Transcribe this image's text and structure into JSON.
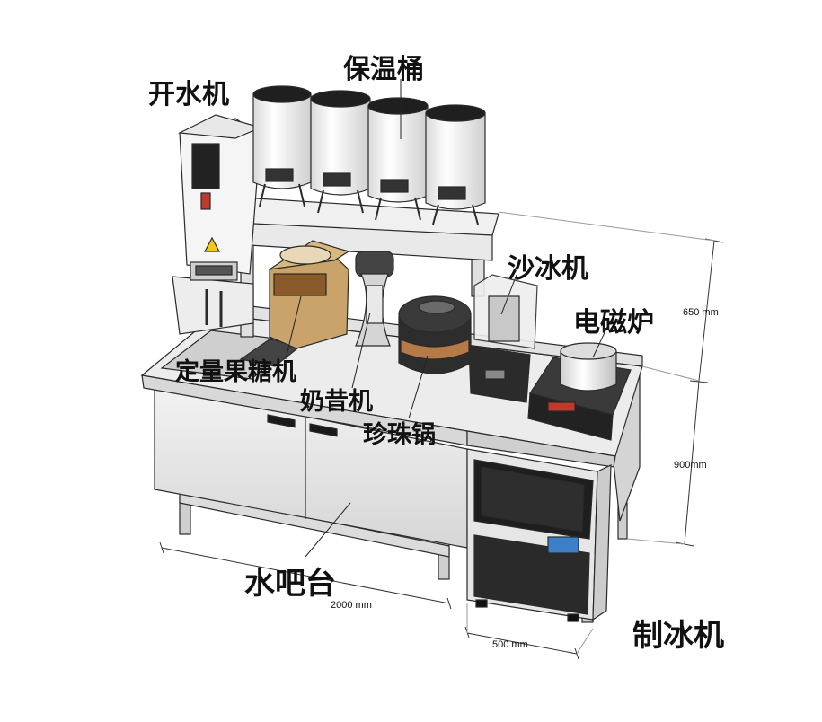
{
  "labels": {
    "water_boiler": "开水机",
    "insulated_barrels": "保温桶",
    "slush_machine": "沙冰机",
    "induction_cooker": "电磁炉",
    "fructose_dispenser": "定量果糖机",
    "milkshake_machine": "奶昔机",
    "pearl_cooker": "珍珠锅",
    "bar_counter": "水吧台",
    "ice_maker": "制冰机"
  },
  "dimensions": {
    "shelf_height": "650 mm",
    "counter_height": "900mm",
    "counter_length": "2000 mm",
    "ice_maker_width": "500 mm"
  },
  "colors": {
    "outline": "#2a2a2a",
    "steel": "#e6e6e6",
    "barrel": "#f7f7f7",
    "fructose": "#c9a36a",
    "pearl_body": "#2d2d2d",
    "pearl_band": "#b57a45",
    "control_blue": "#3a7fc8"
  }
}
